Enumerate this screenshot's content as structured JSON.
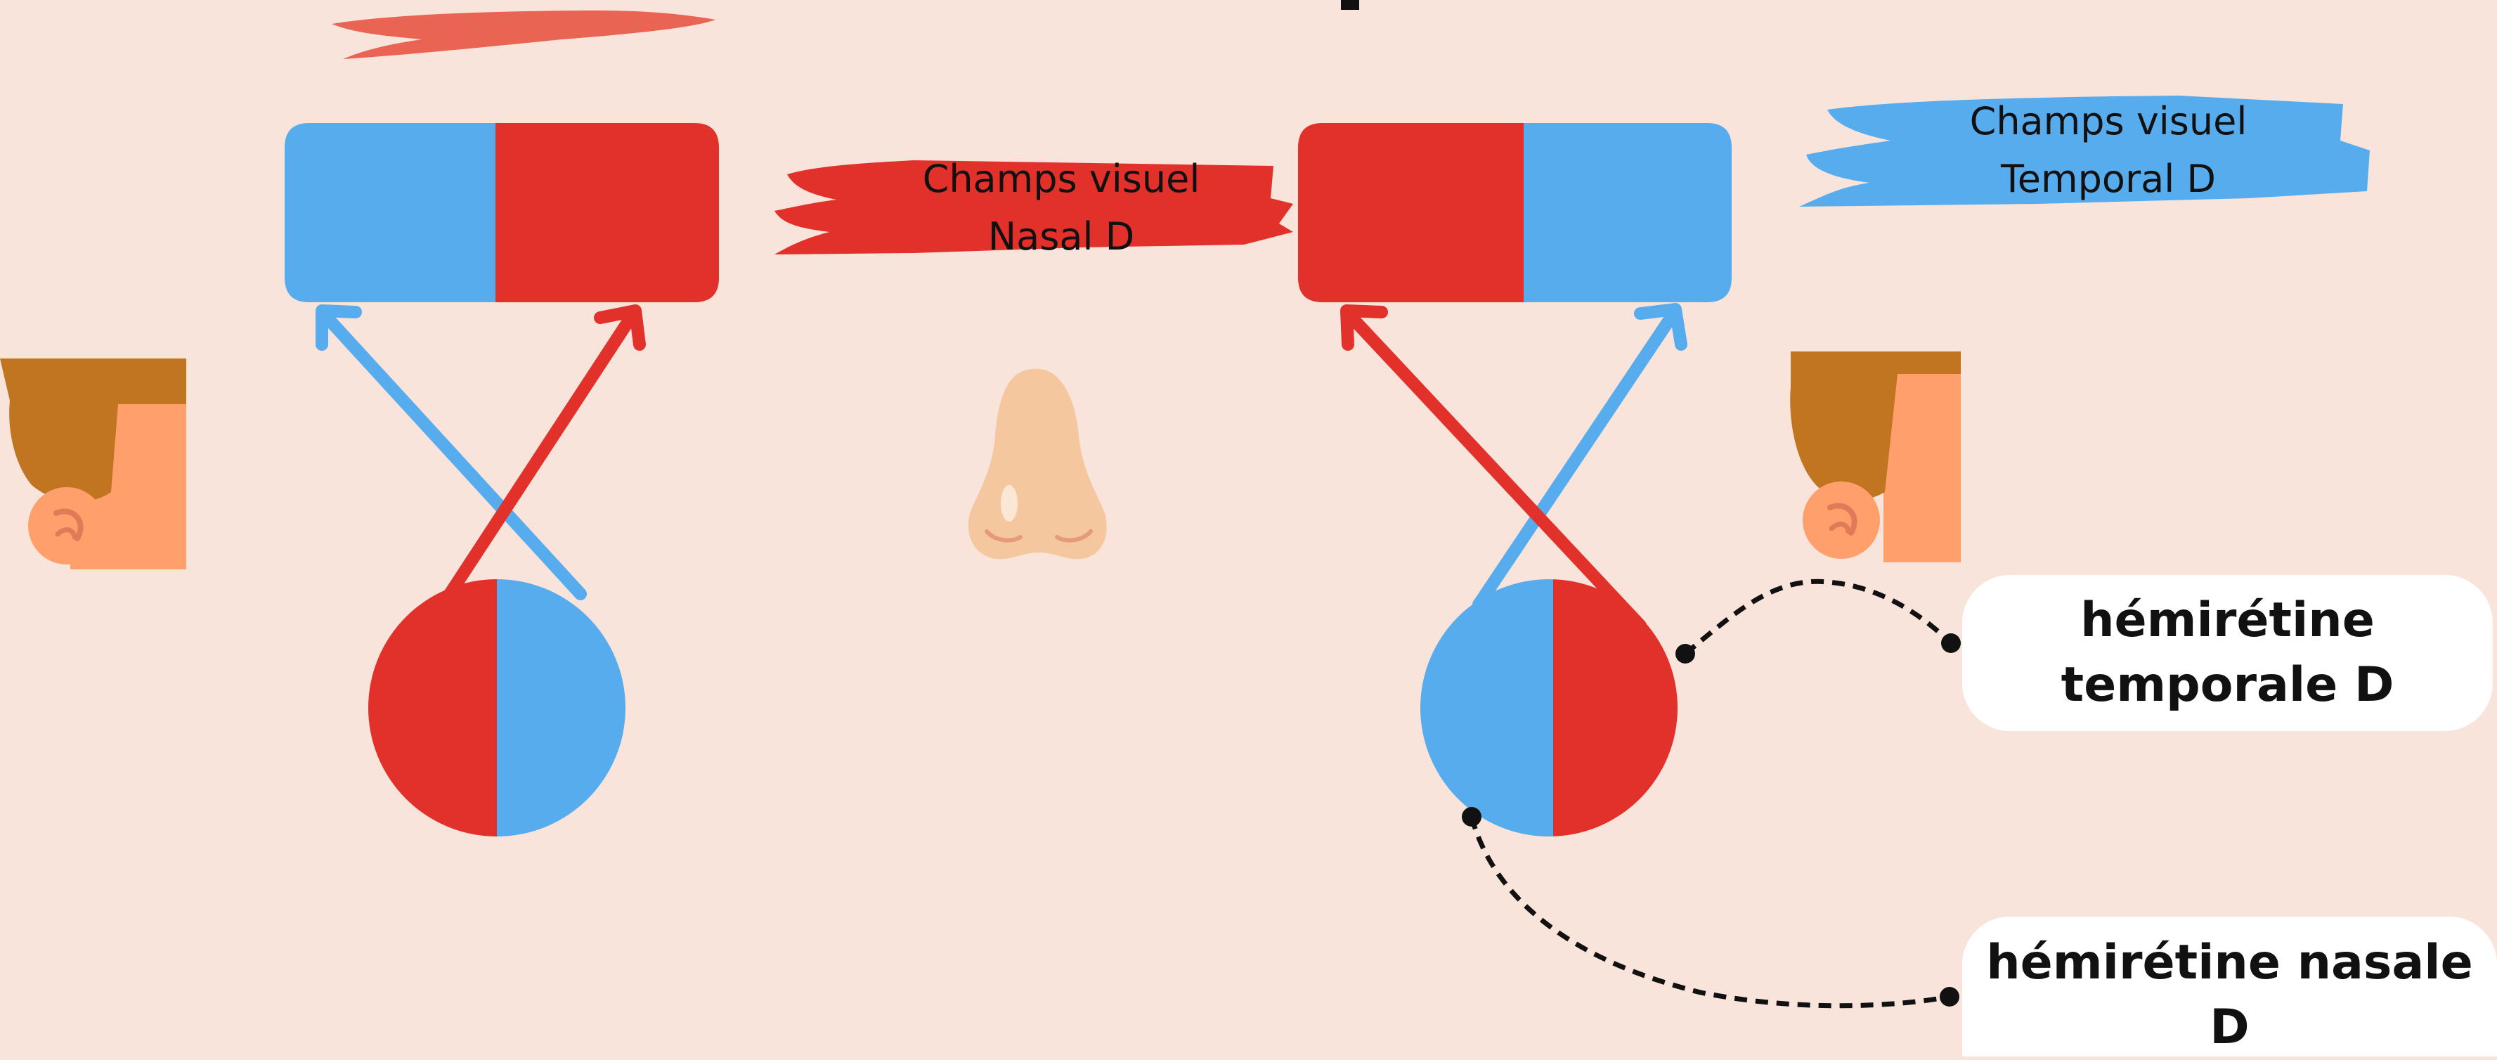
{
  "colors": {
    "background": "#f9e4db",
    "blue": "#57acee",
    "red": "#e2312a",
    "brush_coral": "#ea6454",
    "skin": "#ffa06c",
    "hair": "#c27520",
    "nose": "#f5c79f",
    "ink": "#111111"
  },
  "labels": {
    "nasal_field": [
      "Champs visuel",
      "Nasal D"
    ],
    "temporal_field": [
      "Champs visuel",
      "Temporal D"
    ],
    "temporal_hemiretina": [
      "hémirétine",
      "temporale D"
    ],
    "nasal_hemiretina": [
      "hémirétine nasale",
      "D"
    ]
  }
}
